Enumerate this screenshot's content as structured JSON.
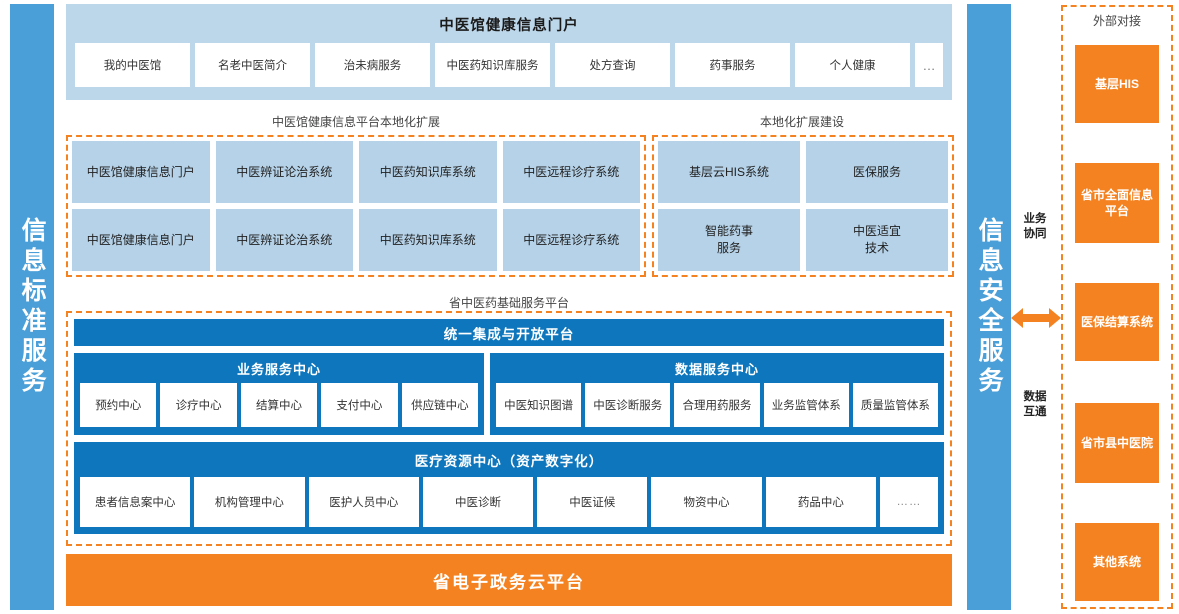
{
  "colors": {
    "accent_blue": "#4A9FD8",
    "platform_blue": "#0E76BC",
    "band_blue": "#BCD6EA",
    "cell_blue": "#B5D2E8",
    "orange": "#F58220"
  },
  "left_bar": {
    "label": "信息标准服务"
  },
  "right_bar": {
    "label": "信息安全服务"
  },
  "portal": {
    "title": "中医馆健康信息门户",
    "items": [
      "我的中医馆",
      "名老中医简介",
      "治未病服务",
      "中医药知识库服务",
      "处方查询",
      "药事服务",
      "个人健康"
    ],
    "more": "…"
  },
  "captions": {
    "localization_left": "中医馆健康信息平台本地化扩展",
    "localization_right": "本地化扩展建设",
    "base_platform": "省中医药基础服务平台"
  },
  "extension_left": {
    "cells": [
      "中医馆健康信息门户",
      "中医辨证论治系统",
      "中医药知识库系统",
      "中医远程诊疗系统",
      "中医馆健康信息门户",
      "中医辨证论治系统",
      "中医药知识库系统",
      "中医远程诊疗系统"
    ]
  },
  "extension_right": {
    "cells": [
      "基层云HIS系统",
      "医保服务",
      "智能药事\n服务",
      "中医适宜\n技术"
    ]
  },
  "base_platform": {
    "integration_bar": "统一集成与开放平台",
    "business_center": {
      "title": "业务服务中心",
      "cells": [
        "预约中心",
        "诊疗中心",
        "结算中心",
        "支付中心",
        "供应链中心"
      ]
    },
    "data_center": {
      "title": "数据服务中心",
      "cells": [
        "中医知识图谱",
        "中医诊断服务",
        "合理用药服务",
        "业务监管体系",
        "质量监管体系"
      ]
    },
    "resource_center": {
      "title": "医疗资源中心（资产数字化）",
      "cells": [
        "患者信息案中心",
        "机构管理中心",
        "医护人员中心",
        "中医诊断",
        "中医证候",
        "物资中心",
        "药品中心"
      ],
      "ellipsis": "……"
    }
  },
  "cloud_bar": {
    "label": "省电子政务云平台"
  },
  "external": {
    "title": "外部对接",
    "boxes": [
      "基层HIS",
      "省市全面信息平台",
      "医保结算系统",
      "省市县中医院",
      "其他系统"
    ]
  },
  "connectors": {
    "top": "业务\n协同",
    "bottom": "数据\n互通"
  }
}
